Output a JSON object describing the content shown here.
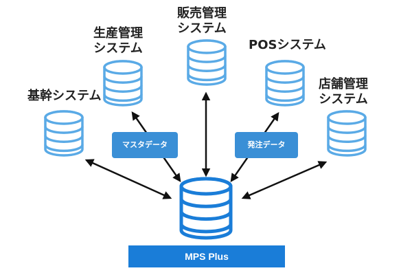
{
  "colors": {
    "accent": "#1a7dd8",
    "db_light": "#5aaae6",
    "db_fill": "#ffffff",
    "arrow": "#111111",
    "tag": "#3a8fd6"
  },
  "nodes": {
    "kikan": {
      "lines": [
        "基幹システム"
      ],
      "icon": "database-icon"
    },
    "seisan": {
      "lines": [
        "生産管理",
        "システム"
      ],
      "icon": "database-icon"
    },
    "hanbai": {
      "lines": [
        "販売管理",
        "システム"
      ],
      "icon": "database-icon"
    },
    "pos": {
      "lines": [
        "POSシステム"
      ],
      "icon": "database-icon"
    },
    "tenpo": {
      "lines": [
        "店舗管理",
        "システム"
      ],
      "icon": "database-icon"
    }
  },
  "tags": {
    "master": "マスタデータ",
    "order": "発注データ"
  },
  "platform": {
    "label": "MPS Plus",
    "icon": "database-icon"
  }
}
